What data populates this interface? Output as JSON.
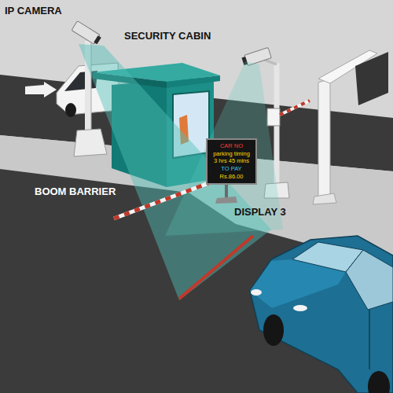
{
  "diagram": {
    "nodes": [
      {
        "text": [
          "CAR NO",
          "parking timing",
          "3 hrs 45 mins",
          "TO PAY",
          "Rs.86.00"
        ]
      }
    ],
    "labels": [
      "IP CAMERA",
      "SECURITY CABIN",
      "BOOM BARRIER",
      "DISPLAY 3"
    ]
  }
}
